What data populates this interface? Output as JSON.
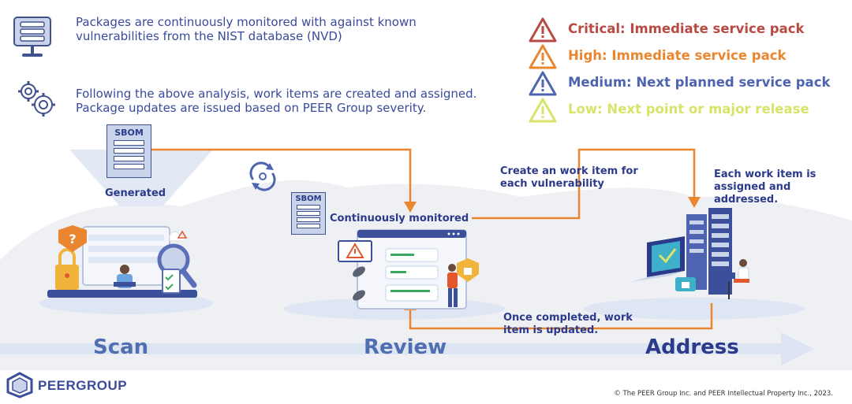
{
  "intro": {
    "monitor_text": "Packages are continuously monitored with against known vulnerabilities from the NIST database (NVD)",
    "workitems_text": "Following the above analysis, work items are created and assigned. Package updates are issued based on PEER Group severity."
  },
  "severity": [
    {
      "label": "Critical: Immediate service pack",
      "color": "#b94a43"
    },
    {
      "label": "High: Immediate service pack",
      "color": "#e9862f"
    },
    {
      "label": "Medium: Next planned service pack",
      "color": "#4e64b0"
    },
    {
      "label": "Low: Next point or major release",
      "color": "#d9e36a"
    }
  ],
  "flow": {
    "sbom_label": "SBOM",
    "generated": "Generated",
    "continuously_monitored": "Continuously monitored",
    "create_work_item": "Create an work item for each vulnerability",
    "assigned": "Each work item is assigned and addressed.",
    "completed": "Once completed, work item is updated."
  },
  "stages": {
    "scan": "Scan",
    "review": "Review",
    "address": "Address"
  },
  "brand": {
    "logo_text": "PEERGROUP",
    "copyright": "© The PEER Group Inc. and PEER Intellectual Property Inc., 2023."
  },
  "colors": {
    "arrow": "#e9862f",
    "navy": "#2b3a8a",
    "light_blue": "#c9d4ea"
  }
}
